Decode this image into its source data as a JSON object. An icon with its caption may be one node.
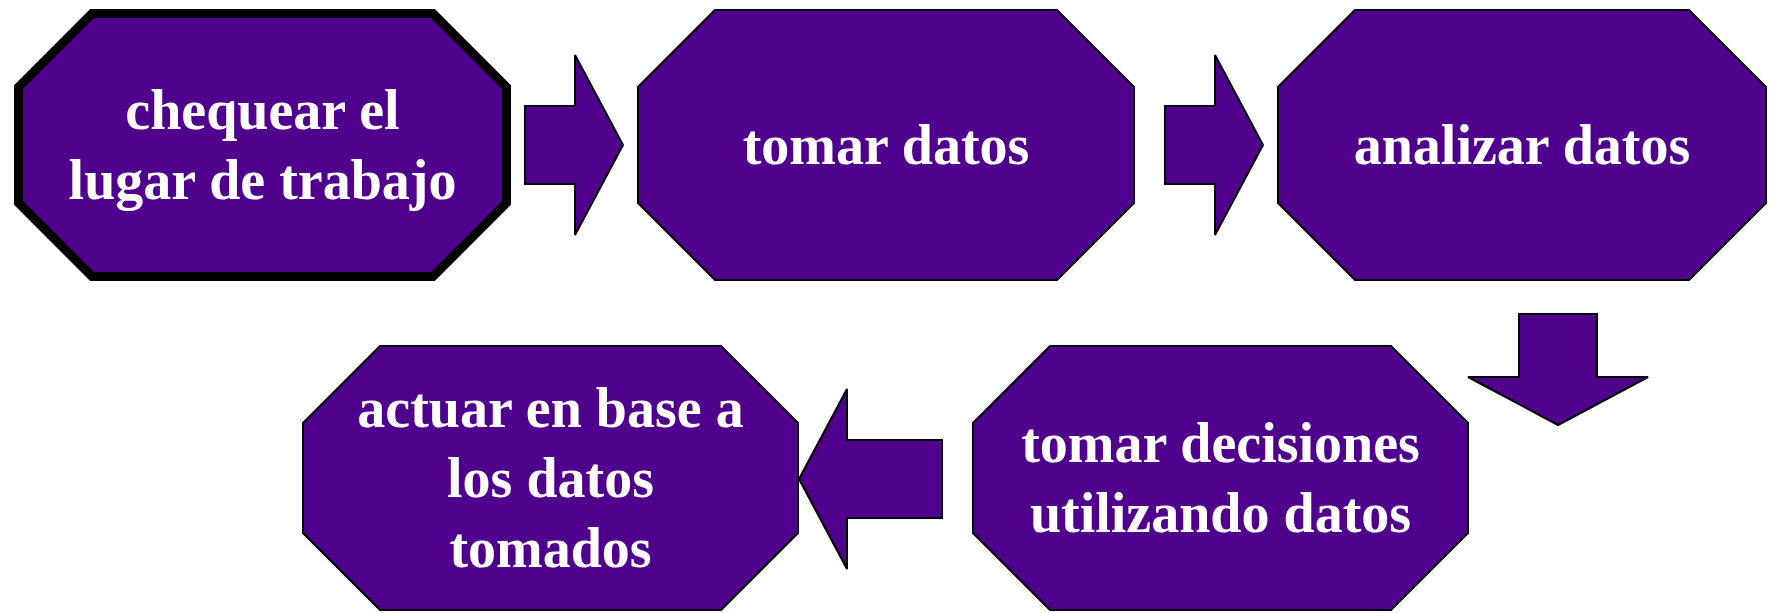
{
  "diagram": {
    "nodes": [
      {
        "text": [
          "chequear el lugar de trabajo"
        ]
      },
      {
        "text": [
          "tomar datos"
        ]
      },
      {
        "text": [
          "analizar datos"
        ]
      },
      {
        "text": [
          "actuar en base a los datos tomados"
        ]
      },
      {
        "text": [
          "tomar decisiones utilizando datos"
        ]
      }
    ],
    "edges": [
      {
        "from": 0,
        "to": 1,
        "arrow": "to"
      },
      {
        "from": 1,
        "to": 2,
        "arrow": "to"
      },
      {
        "from": 2,
        "to": 4,
        "arrow": "to"
      },
      {
        "from": 4,
        "to": 3,
        "arrow": "to"
      }
    ]
  }
}
